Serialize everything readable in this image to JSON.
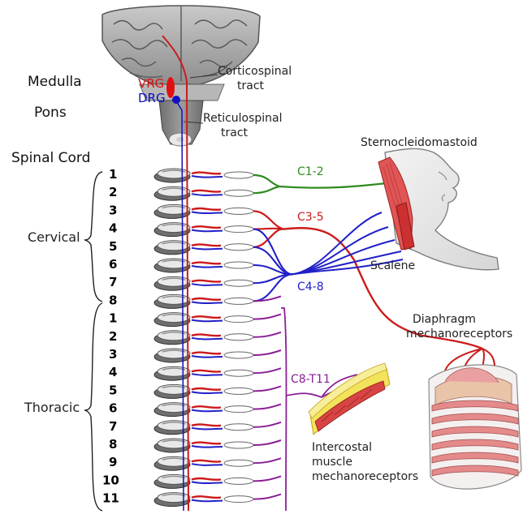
{
  "regions": {
    "medulla": "Medulla",
    "pons": "Pons",
    "spinal_cord": "Spinal Cord"
  },
  "groups": {
    "vrg": "VRG",
    "drg": "DRG"
  },
  "tracts": {
    "corticospinal": [
      "Corticospinal",
      "tract"
    ],
    "reticulospinal": [
      "Reticulospinal",
      "tract"
    ]
  },
  "cervical": {
    "label": "Cervical",
    "levels": [
      "1",
      "2",
      "3",
      "4",
      "5",
      "6",
      "7",
      "8"
    ]
  },
  "thoracic": {
    "label": "Thoracic",
    "levels": [
      "1",
      "2",
      "3",
      "4",
      "5",
      "6",
      "7",
      "8",
      "9",
      "10",
      "11"
    ]
  },
  "nerves": {
    "c1_2": "C1-2",
    "c3_5": "C3-5",
    "c4_8": "C4-8",
    "c8_t11": "C8-T11"
  },
  "muscles": {
    "sternocleidomastoid": "Sternocleidomastoid",
    "scalene": "Scalene",
    "diaphragm": [
      "Diaphragm",
      "mechanoreceptors"
    ],
    "intercostal": [
      "Intercostal",
      "muscle",
      "mechanoreceptors"
    ]
  },
  "colors": {
    "motor_red": "#cc1a1a",
    "c1_2_green": "#2e8b1e",
    "c4_8_blue": "#2020c8",
    "c8_t11_purple": "#8a1e96",
    "vrg_red": "#e01010",
    "drg_blue": "#1010c0"
  }
}
